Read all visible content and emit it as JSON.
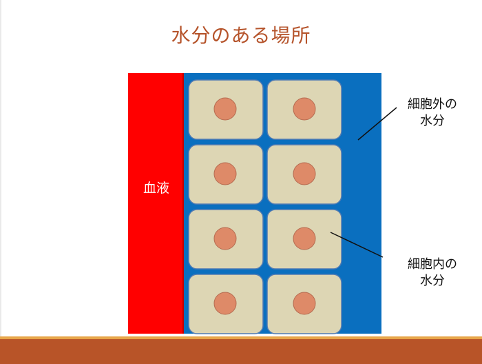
{
  "slide": {
    "title": "水分のある場所"
  },
  "diagram": {
    "blood_label": "血液",
    "extracellular_label": [
      "細胞外の",
      "水分"
    ],
    "intracellular_label": [
      "細胞内の",
      "水分"
    ],
    "colors": {
      "blood": "#ff0000",
      "interstitial_fluid": "#0a6fbf",
      "cell_body": "#ddd6b4",
      "cell_border": "#4f7ab3",
      "nucleus": "#de8a68",
      "title": "#b5532a",
      "footer_accent": "#e8a64a",
      "footer_bar": "#b85428"
    }
  }
}
